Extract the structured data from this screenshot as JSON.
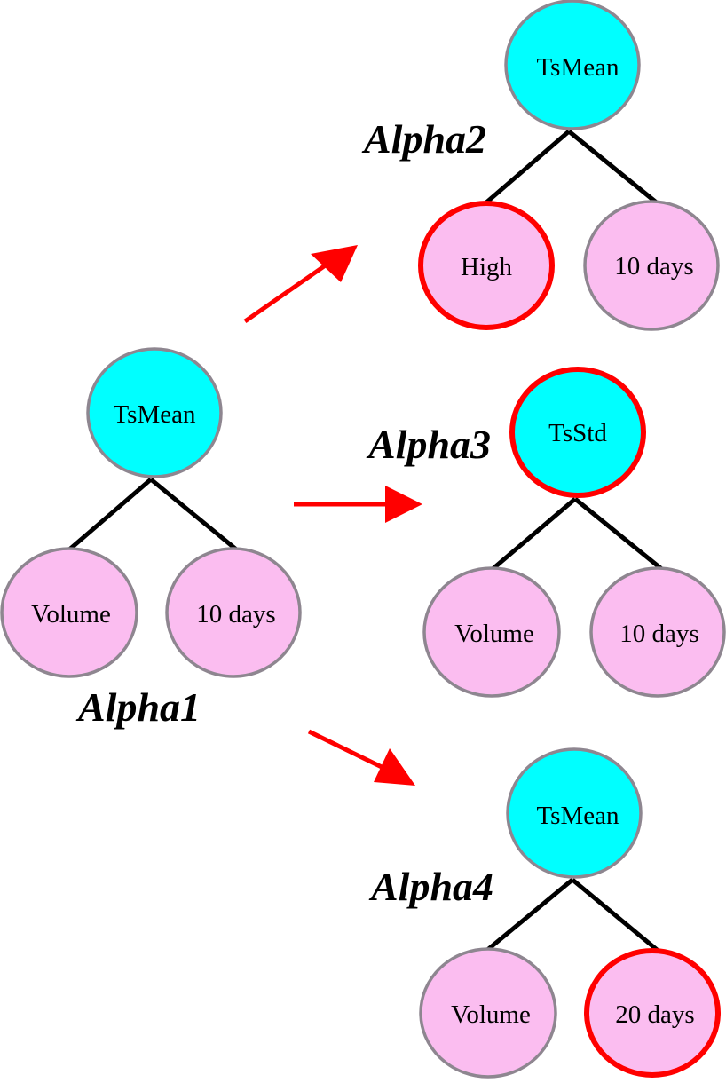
{
  "colors": {
    "operator_fill": "#00ffff",
    "operand_fill": "#fbbdf0",
    "default_border": "#8e8690",
    "highlight_border": "#ff0000",
    "arrow": "#ff0000",
    "edge": "#000000"
  },
  "trees": {
    "alpha1": {
      "label": "Alpha1",
      "root": "TsMean",
      "left": "Volume",
      "right": "10 days"
    },
    "alpha2": {
      "label": "Alpha2",
      "root": "TsMean",
      "left": "High",
      "right": "10 days",
      "changed": "left"
    },
    "alpha3": {
      "label": "Alpha3",
      "root": "TsStd",
      "left": "Volume",
      "right": "10 days",
      "changed": "root"
    },
    "alpha4": {
      "label": "Alpha4",
      "root": "TsMean",
      "left": "Volume",
      "right": "20 days",
      "changed": "right"
    }
  },
  "edges": [
    {
      "from": "alpha1",
      "to": "alpha2"
    },
    {
      "from": "alpha1",
      "to": "alpha3"
    },
    {
      "from": "alpha1",
      "to": "alpha4"
    }
  ]
}
